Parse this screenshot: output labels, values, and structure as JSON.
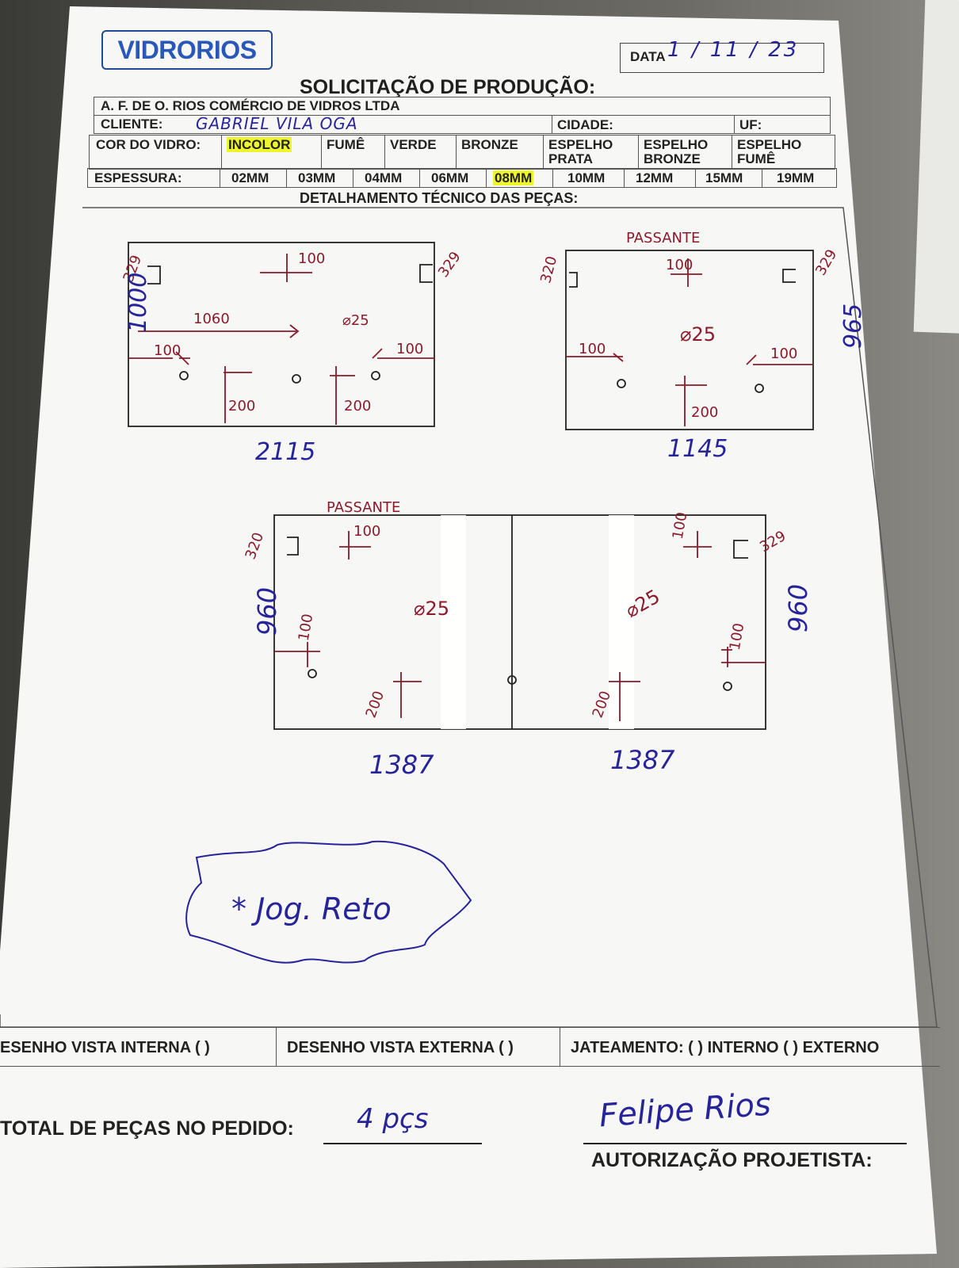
{
  "header": {
    "logo_text": "VIDRORIOS",
    "date_label": "DATA",
    "date_value": "1 / 11 / 23",
    "title": "SOLICITAÇÃO DE PRODUÇÃO:"
  },
  "company_name": "A. F. DE O. RIOS COMÉRCIO DE VIDROS LTDA",
  "client": {
    "label": "CLIENTE:",
    "value": "GABRIEL VILA OGA",
    "city_label": "CIDADE:",
    "uf_label": "UF:"
  },
  "glass_color": {
    "label": "COR DO VIDRO:",
    "options": [
      "INCOLOR",
      "FUMÊ",
      "VERDE",
      "BRONZE",
      "ESPELHO PRATA",
      "ESPELHO BRONZE",
      "ESPELHO FUMÊ"
    ],
    "selected": "INCOLOR"
  },
  "thickness": {
    "label": "ESPESSURA:",
    "options": [
      "02MM",
      "03MM",
      "04MM",
      "06MM",
      "08MM",
      "10MM",
      "12MM",
      "15MM",
      "19MM"
    ],
    "selected": "08MM"
  },
  "section_title": "DETALHAMENTO TÉCNICO DAS PEÇAS:",
  "drawings": {
    "piece1": {
      "width": "2115",
      "height": "1000",
      "labels": [
        "329",
        "329",
        "100",
        "1060",
        "⌀25",
        "100",
        "100",
        "200",
        "200"
      ]
    },
    "piece2": {
      "note": "PASSANTE",
      "width": "1145",
      "height": "965",
      "labels": [
        "320",
        "329",
        "100",
        "⌀25",
        "100",
        "100",
        "200"
      ]
    },
    "piece3": {
      "note": "PASSANTE",
      "width": "1387",
      "height": "960",
      "labels": [
        "320",
        "100",
        "⌀25",
        "100",
        "200"
      ]
    },
    "piece4": {
      "width": "1387",
      "height": "960",
      "labels": [
        "100",
        "329",
        "⌀25",
        "100",
        "200"
      ]
    },
    "handwritten_note": "* Jog. Reto"
  },
  "footer": {
    "internal_view": "ESENHO VISTA INTERNA ( )",
    "external_view": "DESENHO VISTA EXTERNA ( )",
    "blasting": "JATEAMENTO: ( ) INTERNO ( ) EXTERNO",
    "total_label": "TOTAL DE PEÇAS NO PEDIDO:",
    "total_value": "4 pçs",
    "signature": "Felipe Rios",
    "authorization": "AUTORIZAÇÃO PROJETISTA:"
  },
  "colors": {
    "highlight": "#eef52e",
    "ink_blue": "#27249a",
    "ink_red": "#8b1a2b",
    "logo_blue": "#2a58b8"
  }
}
